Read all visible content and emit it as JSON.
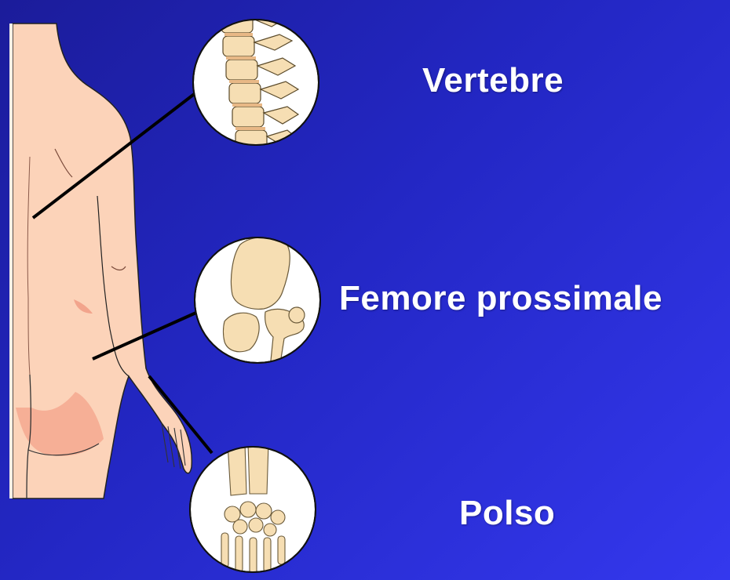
{
  "labels": {
    "vertebre": "Vertebre",
    "femore": "Femore prossimale",
    "polso": "Polso"
  },
  "colors": {
    "background": "#2327c4",
    "skin": "#fcd3b9",
    "bone": "#f6deb3",
    "outline": "#1a1a1a",
    "text": "#ffffff"
  }
}
